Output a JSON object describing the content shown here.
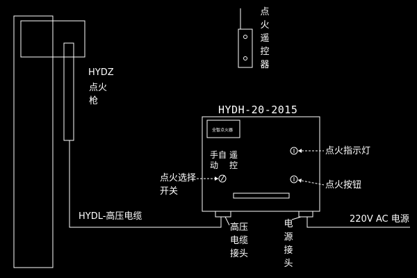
{
  "gun": {
    "model": "HYDZ",
    "name": "点火枪"
  },
  "remote": {
    "label": "点火遥控器"
  },
  "controller": {
    "title": "HYDH-20-2015",
    "nameplate": "全智点火器",
    "mode_manual": "手自动",
    "mode_auto": "遥控"
  },
  "labels": {
    "selector_switch": "点火选择开关",
    "indicator_light": "点火指示灯",
    "ignite_button": "点火按钮",
    "hv_cable": "HYDL-高压电缆",
    "hv_connector": "高压电缆接头",
    "power_connector": "电源接头",
    "power_supply": "220V AC 电源"
  },
  "colors": {
    "background": "#000000",
    "lines": "#ffffff"
  }
}
